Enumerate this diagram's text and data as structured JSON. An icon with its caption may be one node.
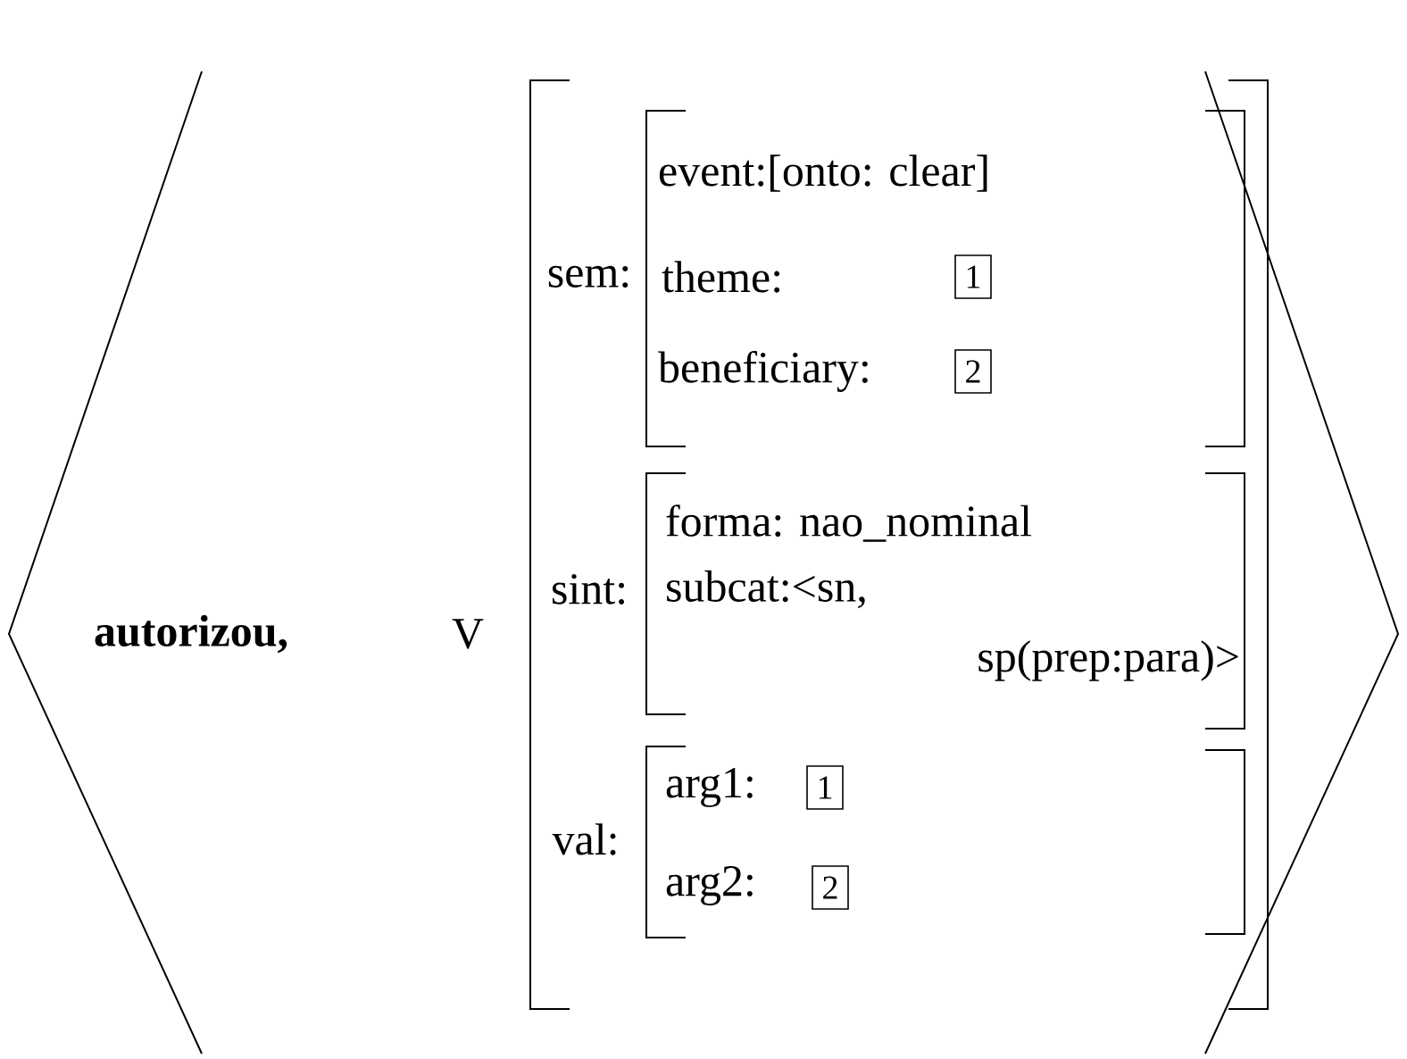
{
  "diagram": {
    "nodes": [
      {
        "text": [
          "1"
        ]
      },
      {
        "text": [
          "2"
        ]
      },
      {
        "text": [
          "1"
        ]
      },
      {
        "text": [
          "2"
        ]
      }
    ],
    "labels": [
      "autorizou,",
      "V",
      "sem:",
      "event:[onto: clear]",
      "theme:",
      "beneficiary:",
      "sint:",
      "forma: nao_nominal",
      "subcat:<sn,",
      "sp(prep:para)>",
      "val:",
      "arg1:",
      "arg2:"
    ]
  }
}
